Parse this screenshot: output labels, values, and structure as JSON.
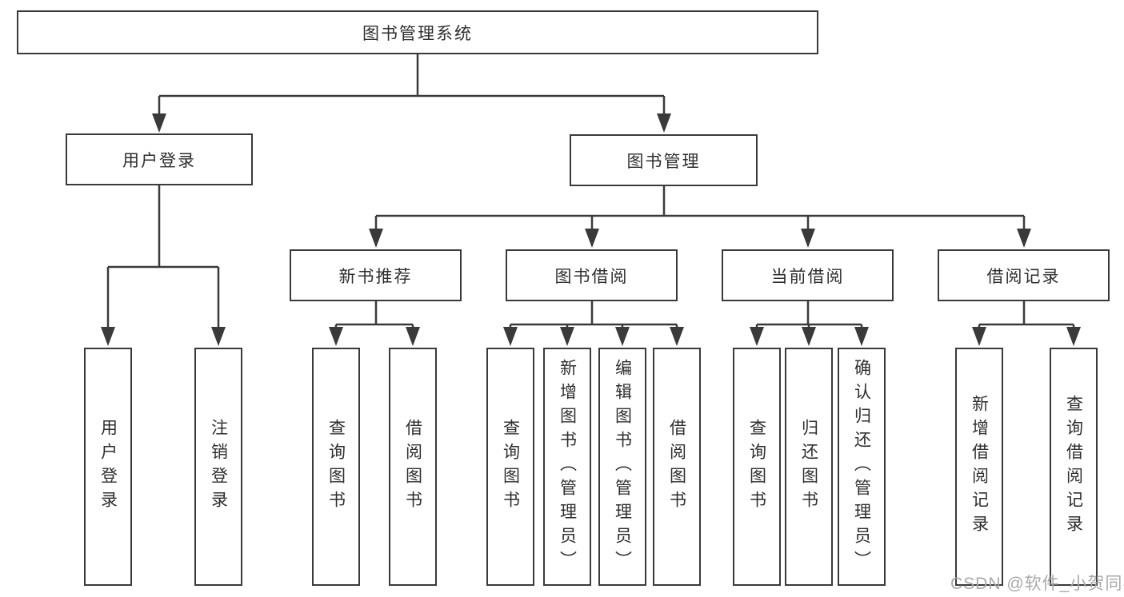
{
  "colors": {
    "line": "#3a3a3a",
    "text": "#2e2e2e",
    "background": "#ffffff"
  },
  "watermark": {
    "text": "CSDN @软件_小贺同学",
    "color": "#a9a9a9"
  },
  "tree": {
    "label": "图书管理系统",
    "children": [
      {
        "label": "用户登录",
        "children": [
          {
            "label": "用户登录"
          },
          {
            "label": "注销登录"
          }
        ]
      },
      {
        "label": "图书管理",
        "children": [
          {
            "label": "新书推荐",
            "children": [
              {
                "label": "查询图书"
              },
              {
                "label": "借阅图书"
              }
            ]
          },
          {
            "label": "图书借阅",
            "children": [
              {
                "label": "查询图书"
              },
              {
                "label": "新增图书（管理员）"
              },
              {
                "label": "编辑图书（管理员）"
              },
              {
                "label": "借阅图书"
              }
            ]
          },
          {
            "label": "当前借阅",
            "children": [
              {
                "label": "查询图书"
              },
              {
                "label": "归还图书"
              },
              {
                "label": "确认归还（管理员）"
              }
            ]
          },
          {
            "label": "借阅记录",
            "children": [
              {
                "label": "新增借阅记录"
              },
              {
                "label": "查询借阅记录"
              }
            ]
          }
        ]
      }
    ]
  }
}
